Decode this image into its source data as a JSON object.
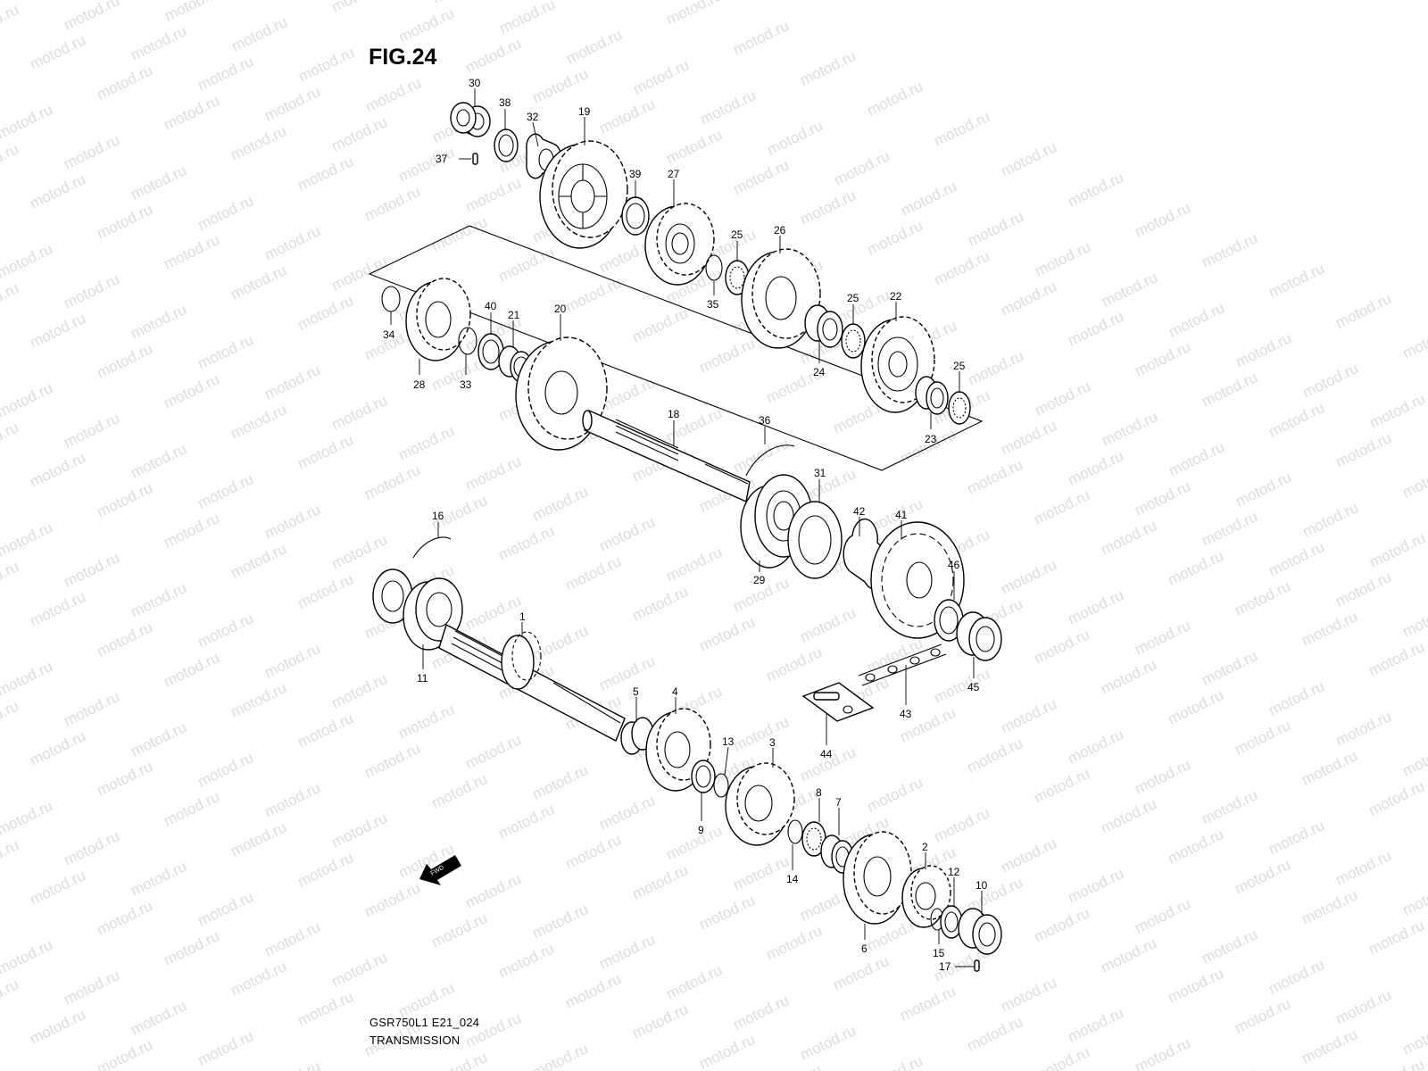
{
  "figure": {
    "title": "FIG.24",
    "model_code": "GSR750L1 E21_024",
    "section_name": "TRANSMISSION",
    "watermark": "motod.ru",
    "direction_marker": "FWD"
  },
  "callouts": [
    {
      "id": "c30",
      "label": "30"
    },
    {
      "id": "c38",
      "label": "38"
    },
    {
      "id": "c32",
      "label": "32"
    },
    {
      "id": "c19",
      "label": "19"
    },
    {
      "id": "c37a",
      "label": "37"
    },
    {
      "id": "c39",
      "label": "39"
    },
    {
      "id": "c27",
      "label": "27"
    },
    {
      "id": "c25a",
      "label": "25"
    },
    {
      "id": "c26",
      "label": "26"
    },
    {
      "id": "c35",
      "label": "35"
    },
    {
      "id": "c25b",
      "label": "25"
    },
    {
      "id": "c22",
      "label": "22"
    },
    {
      "id": "c24",
      "label": "24"
    },
    {
      "id": "c25c",
      "label": "25"
    },
    {
      "id": "c23",
      "label": "23"
    },
    {
      "id": "c34",
      "label": "34"
    },
    {
      "id": "c40",
      "label": "40"
    },
    {
      "id": "c21",
      "label": "21"
    },
    {
      "id": "c20",
      "label": "20"
    },
    {
      "id": "c28",
      "label": "28"
    },
    {
      "id": "c33",
      "label": "33"
    },
    {
      "id": "c18",
      "label": "18"
    },
    {
      "id": "c36",
      "label": "36"
    },
    {
      "id": "c31",
      "label": "31"
    },
    {
      "id": "c42",
      "label": "42"
    },
    {
      "id": "c41",
      "label": "41"
    },
    {
      "id": "c29",
      "label": "29"
    },
    {
      "id": "c46",
      "label": "46"
    },
    {
      "id": "c16",
      "label": "16"
    },
    {
      "id": "c1",
      "label": "1"
    },
    {
      "id": "c11",
      "label": "11"
    },
    {
      "id": "c45",
      "label": "45"
    },
    {
      "id": "c43",
      "label": "43"
    },
    {
      "id": "c5",
      "label": "5"
    },
    {
      "id": "c4",
      "label": "4"
    },
    {
      "id": "c44",
      "label": "44"
    },
    {
      "id": "c13",
      "label": "13"
    },
    {
      "id": "c3",
      "label": "3"
    },
    {
      "id": "c9",
      "label": "9"
    },
    {
      "id": "c8",
      "label": "8"
    },
    {
      "id": "c7",
      "label": "7"
    },
    {
      "id": "c14",
      "label": "14"
    },
    {
      "id": "c2",
      "label": "2"
    },
    {
      "id": "c12",
      "label": "12"
    },
    {
      "id": "c10",
      "label": "10"
    },
    {
      "id": "c6",
      "label": "6"
    },
    {
      "id": "c15",
      "label": "15"
    },
    {
      "id": "c17",
      "label": "17"
    }
  ]
}
